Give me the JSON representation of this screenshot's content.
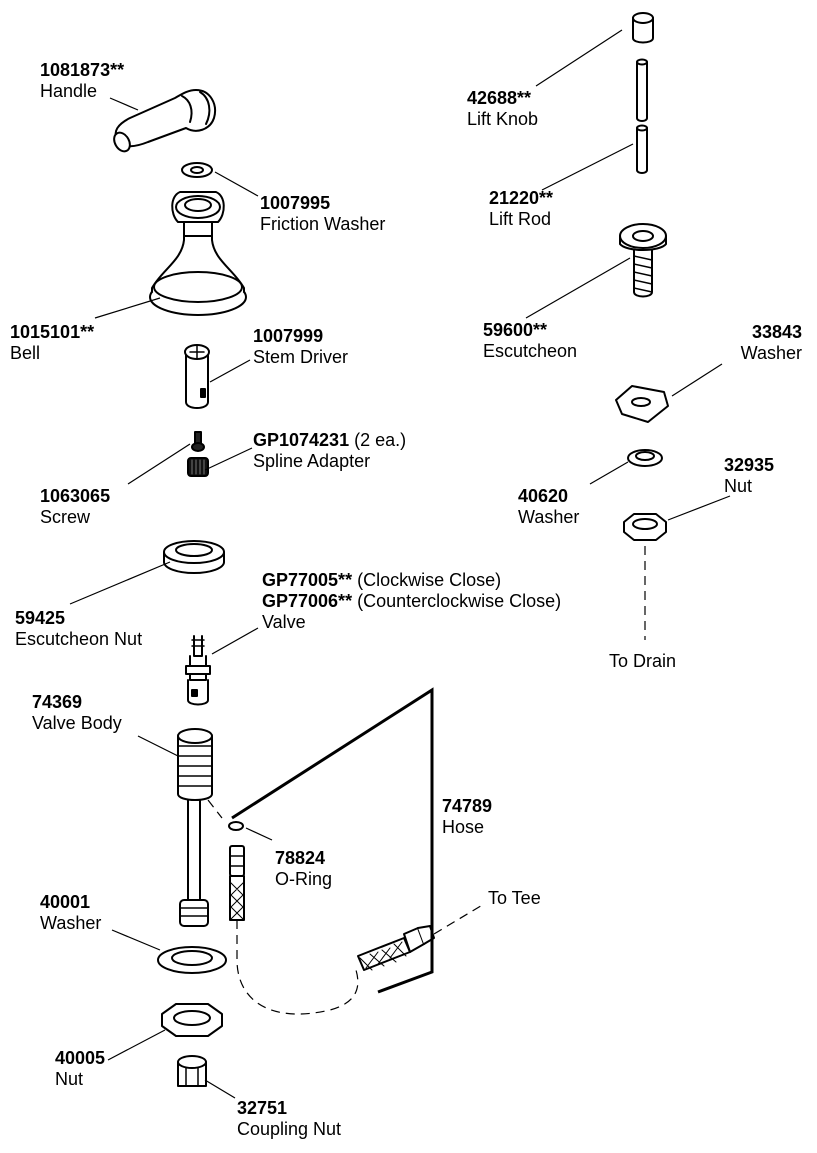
{
  "parts": {
    "handle": {
      "number": "1081873**",
      "name": "Handle"
    },
    "friction_washer": {
      "number": "1007995",
      "name": "Friction Washer"
    },
    "bell": {
      "number": "1015101**",
      "name": "Bell"
    },
    "stem_driver": {
      "number": "1007999",
      "name": "Stem Driver"
    },
    "spline_adapter": {
      "number": "GP1074231",
      "qty": " (2 ea.)",
      "name": "Spline Adapter"
    },
    "screw": {
      "number": "1063065",
      "name": "Screw"
    },
    "escutcheon_nut": {
      "number": "59425",
      "name": "Escutcheon Nut"
    },
    "valve": {
      "number_cw": "GP77005**",
      "note_cw": " (Clockwise Close)",
      "number_ccw": "GP77006**",
      "note_ccw": " (Counterclockwise Close)",
      "name": "Valve"
    },
    "valve_body": {
      "number": "74369",
      "name": "Valve Body"
    },
    "o_ring": {
      "number": "78824",
      "name": "O-Ring"
    },
    "hose": {
      "number": "74789",
      "name": "Hose"
    },
    "washer_40001": {
      "number": "40001",
      "name": "Washer"
    },
    "nut_40005": {
      "number": "40005",
      "name": "Nut"
    },
    "coupling_nut": {
      "number": "32751",
      "name": "Coupling Nut"
    },
    "lift_knob": {
      "number": "42688**",
      "name": "Lift Knob"
    },
    "lift_rod": {
      "number": "21220**",
      "name": "Lift Rod"
    },
    "escutcheon": {
      "number": "59600**",
      "name": "Escutcheon"
    },
    "washer_33843": {
      "number": "33843",
      "name": "Washer"
    },
    "washer_40620": {
      "number": "40620",
      "name": "Washer"
    },
    "nut_32935": {
      "number": "32935",
      "name": "Nut"
    }
  },
  "callouts": {
    "to_drain": "To Drain",
    "to_tee": "To Tee"
  }
}
